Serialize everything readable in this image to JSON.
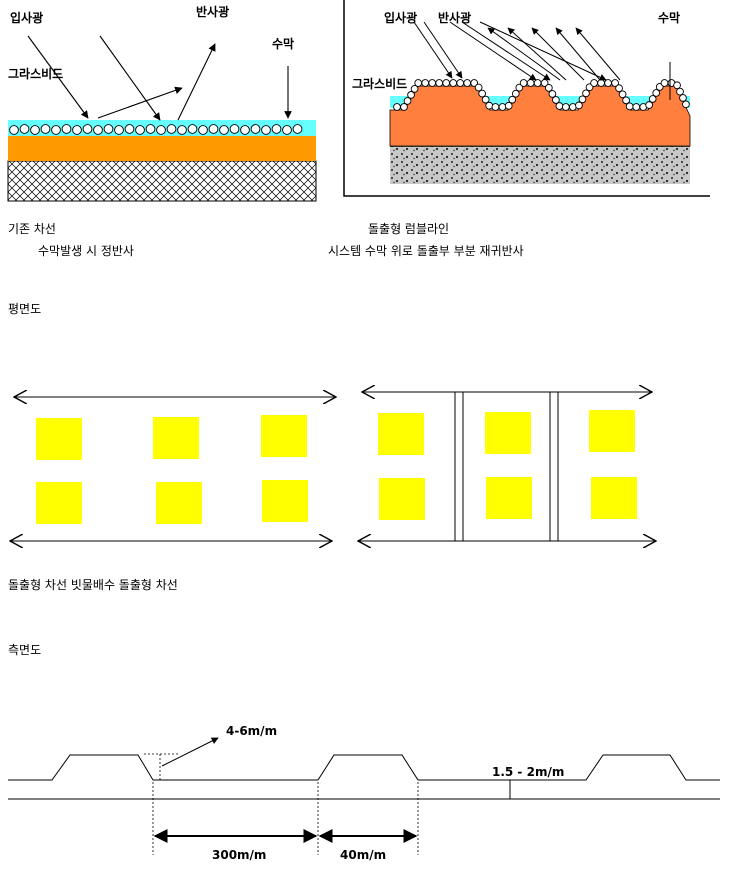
{
  "top_left": {
    "incident": "입사광",
    "reflect": "반사광",
    "water": "수막",
    "bead": "그라스비드"
  },
  "top_right": {
    "incident": "입사광",
    "reflect": "반사광",
    "water": "수막",
    "bead": "그라스비드"
  },
  "captions": {
    "left_title": "기존 차선",
    "left_sub": "수막발생 시 정반사",
    "right_title": "돌출형 럼블라인",
    "right_sub": "시스템 수막 위로 돌출부 부분 재귀반사"
  },
  "plan": {
    "heading": "평면도",
    "caption": "돌출형 차선   빗물배수 돌출형 차선"
  },
  "side": {
    "heading": "측면도",
    "height_label": "4-6m/m",
    "base_label": "1.5 - 2m/m",
    "spacing_label": "300m/m",
    "width_label": "40m/m"
  },
  "colors": {
    "water": "#66ffff",
    "paint": "#ff9900",
    "stud": "#ff7f3f",
    "marker": "#ffff00",
    "gravel": "#c0c0c0"
  }
}
